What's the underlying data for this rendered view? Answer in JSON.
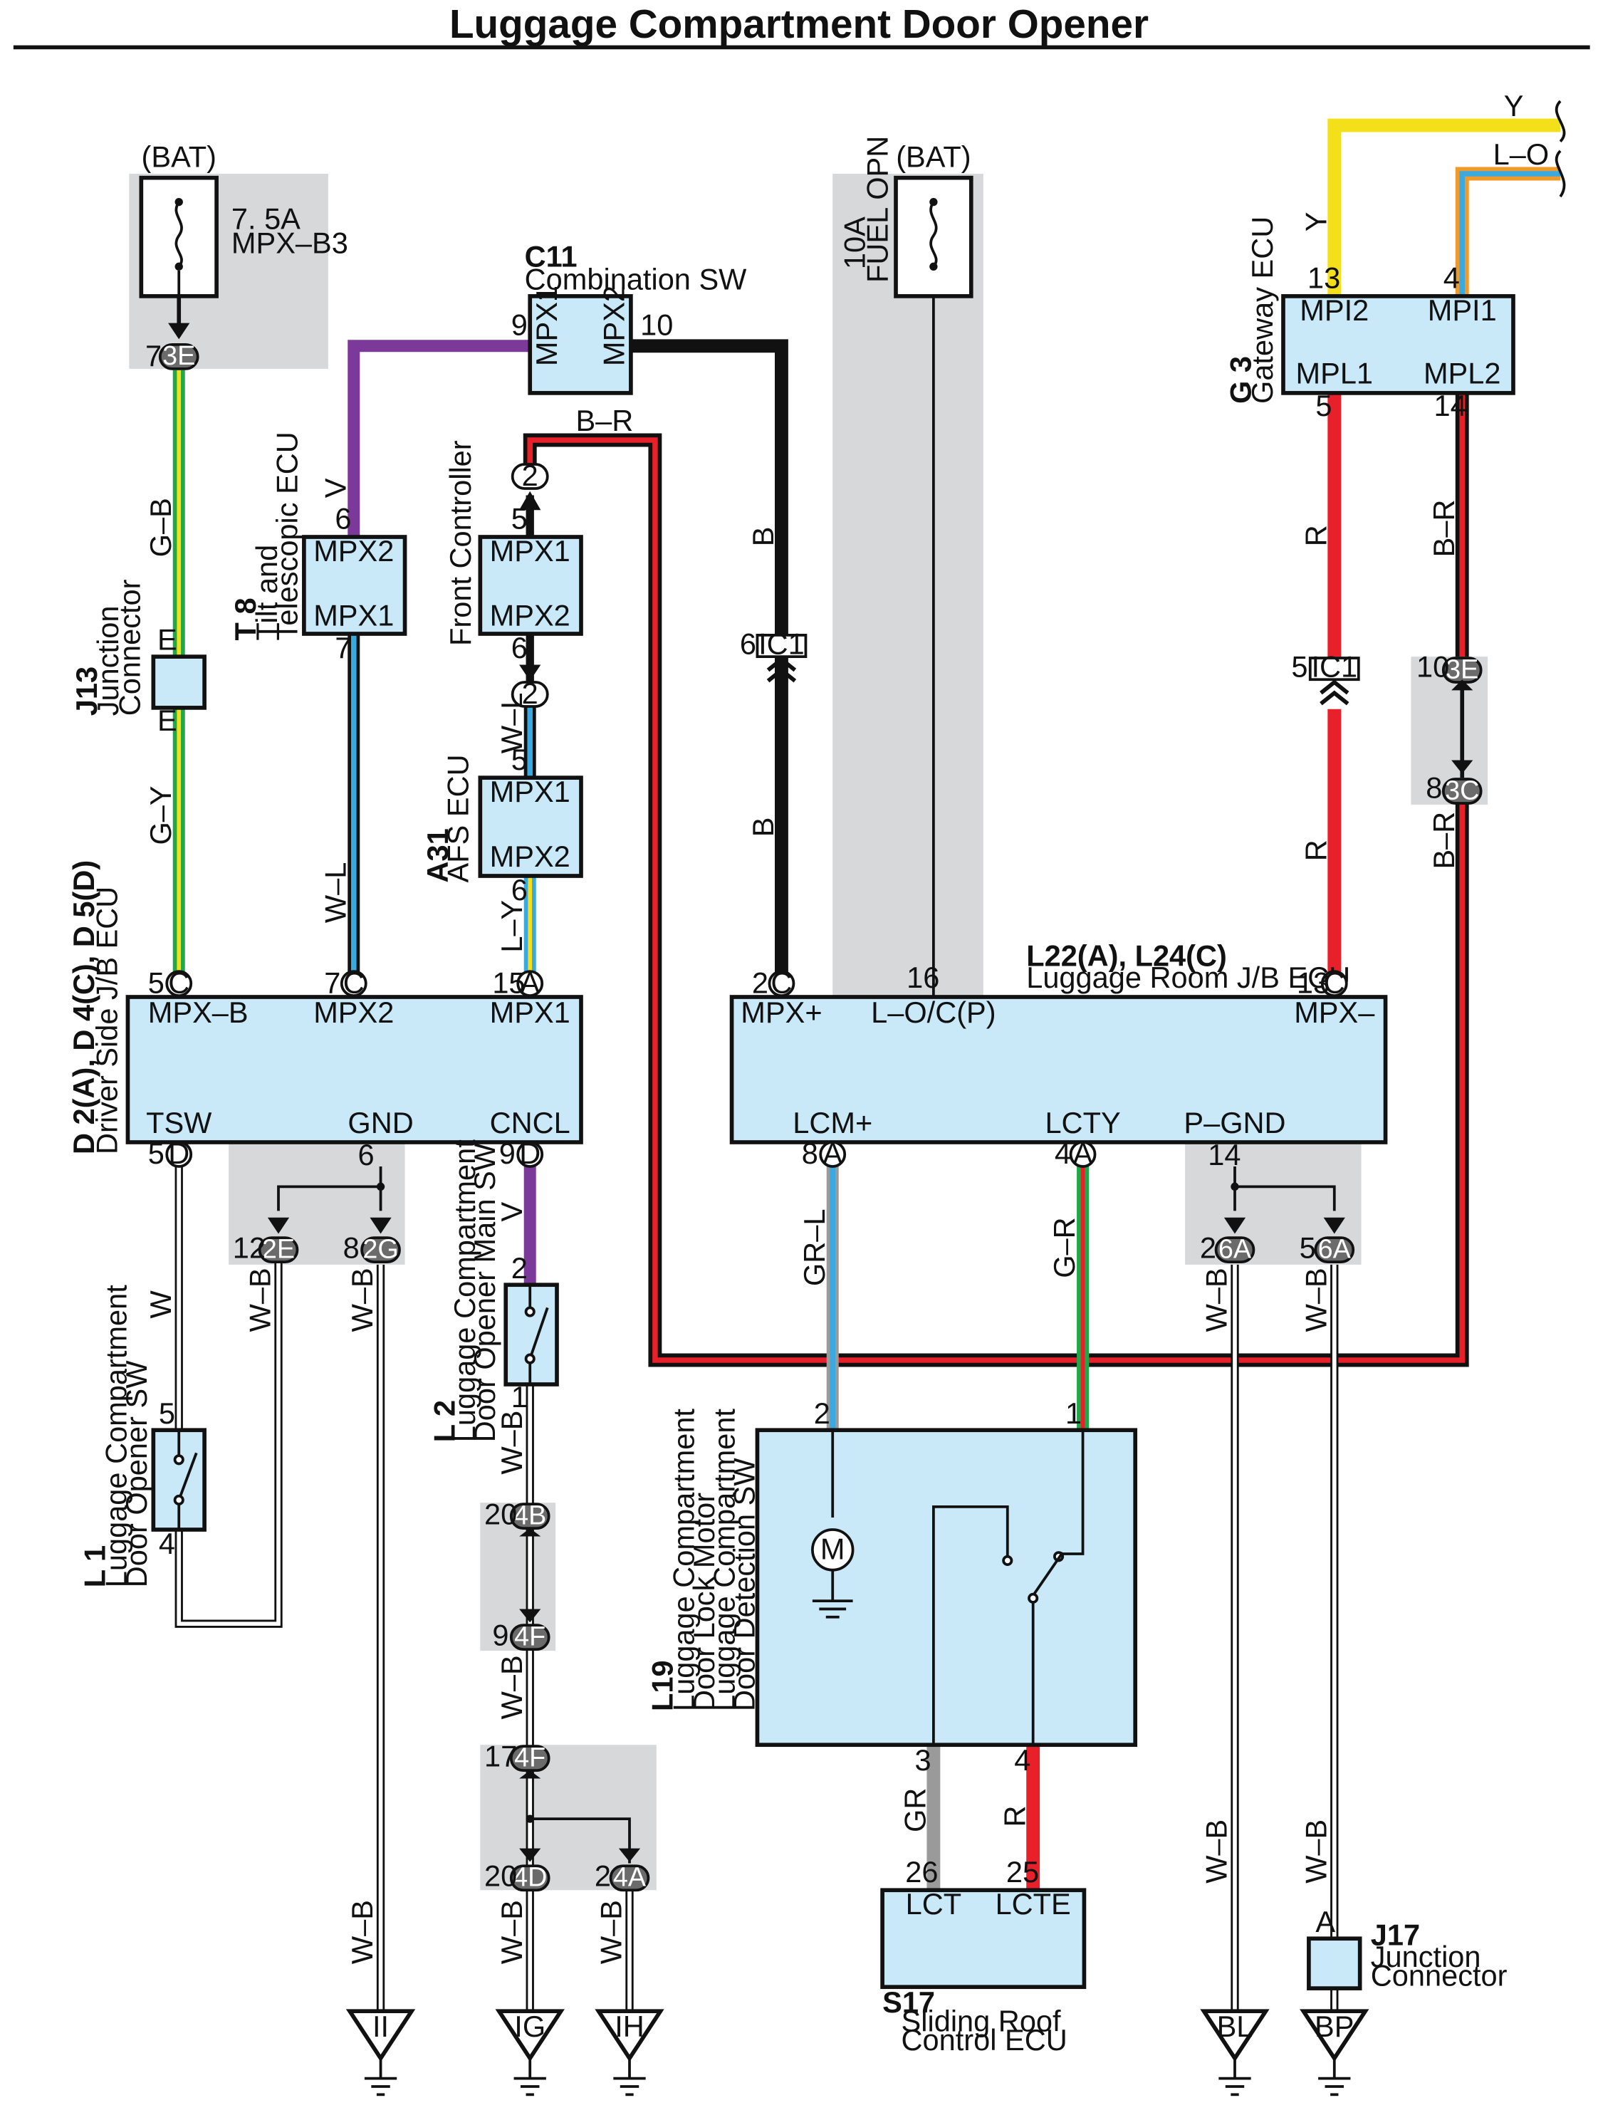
{
  "title": "Luggage Compartment Door Opener",
  "power": {
    "bat_left": "(BAT)",
    "bat_right": "(BAT)",
    "fuse_left_amp": "7. 5A",
    "fuse_left_name": "MPX–B3",
    "fuse_right": "10A",
    "fuse_right_name": "FUEL OPN"
  },
  "components": {
    "c11_id": "C11",
    "c11_name": "Combination SW",
    "c11_pin_a": "MPX1",
    "c11_pin_b": "MPX2",
    "t8_id": "T 8",
    "t8_name1": "Tilt and",
    "t8_name2": "Telescopic ECU",
    "t8_pin_a": "MPX2",
    "t8_pin_b": "MPX1",
    "front_ctrl": "Front Controller",
    "fc_pin_a": "MPX1",
    "fc_pin_b": "MPX2",
    "a31_id": "A31",
    "a31_name": "AFS ECU",
    "a31_pin_a": "MPX1",
    "a31_pin_b": "MPX2",
    "j13_id": "J13",
    "j13_name1": "Junction",
    "j13_name2": "Connector",
    "j13_pin": "E",
    "dsjb_id": "D 2(A), D 4(C), D 5(D)",
    "dsjb_name": "Driver Side J/B ECU",
    "dsjb_pins": [
      "MPX–B",
      "MPX2",
      "MPX1",
      "TSW",
      "GND",
      "CNCL"
    ],
    "g3_id": "G 3",
    "g3_name": "Gateway ECU",
    "g3_pins": [
      "MPI2",
      "MPI1",
      "MPL1",
      "MPL2"
    ],
    "l22_id": "L22(A), L24(C)",
    "l22_name": "Luggage Room J/B ECU",
    "l22_pins": [
      "MPX+",
      "L–O/C(P)",
      "MPX–",
      "LCM+",
      "LCTY",
      "P–GND"
    ],
    "l1_id": "L 1",
    "l1_name1": "Luggage Compartment",
    "l1_name2": "Door Opener SW",
    "l2_id": "L 2",
    "l2_name1": "Luggage Compartment",
    "l2_name2": "Door Opener Main SW",
    "l19_id": "L19",
    "l19_name1": "Luggage Compartment",
    "l19_name2": "Door Lock Motor",
    "l19_name3": "Luggage Compartment",
    "l19_name4": "Door Detection SW",
    "motor": "M",
    "s17_id": "S17",
    "s17_name1": "Sliding Roof",
    "s17_name2": "Control ECU",
    "s17_pins": [
      "LCT",
      "LCTE"
    ],
    "j17_id": "J17",
    "j17_name1": "Junction",
    "j17_name2": "Connector",
    "j17_pin": "A"
  },
  "wire_labels": {
    "gb": "G–B",
    "gy": "G–Y",
    "v": "V",
    "wl": "W–L",
    "br": "B–R",
    "b": "B",
    "ly": "L–Y",
    "y": "Y",
    "lo": "L–O",
    "r": "R",
    "w": "W",
    "wb": "W–B",
    "grl": "GR–L",
    "gr_green": "G–R",
    "gr": "GR"
  },
  "connectors": [
    "3E",
    "C",
    "A",
    "D",
    "2E",
    "2G",
    "2",
    "IC1",
    "4B",
    "4F",
    "4D",
    "4A",
    "6A",
    "3C"
  ],
  "pin_numbers": [
    "7",
    "5",
    "6",
    "9",
    "10",
    "13",
    "4",
    "14",
    "15",
    "16",
    "2",
    "8",
    "12",
    "1",
    "20",
    "17",
    "26",
    "25",
    "3"
  ],
  "grounds": [
    "II",
    "IG",
    "IH",
    "BL",
    "BP"
  ],
  "colors": {
    "green": "#1fa84a",
    "yellow": "#f4e01a",
    "purple": "#7b3a9a",
    "blue": "#3aa9e0",
    "red": "#e8202a",
    "black": "#111111",
    "gray": "#9a9a9a",
    "box": "#c9e8f8",
    "shade": "#d7d8da"
  }
}
